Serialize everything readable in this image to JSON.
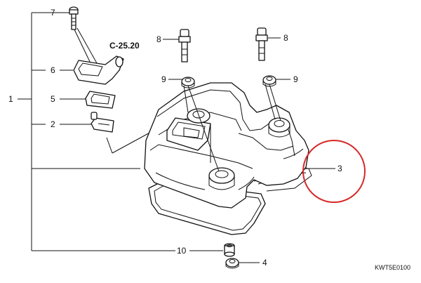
{
  "callouts": {
    "c1": "1",
    "c2": "2",
    "c3": "3",
    "c4": "4",
    "c5": "5",
    "c6": "6",
    "c7": "7",
    "c8a": "8",
    "c8b": "8",
    "c9a": "9",
    "c9b": "9",
    "c10": "10"
  },
  "reference": "C-25.20",
  "diagram_code": "KWT5E0100",
  "colors": {
    "line": "#111111",
    "highlight": "#d62828",
    "background": "#ffffff"
  }
}
